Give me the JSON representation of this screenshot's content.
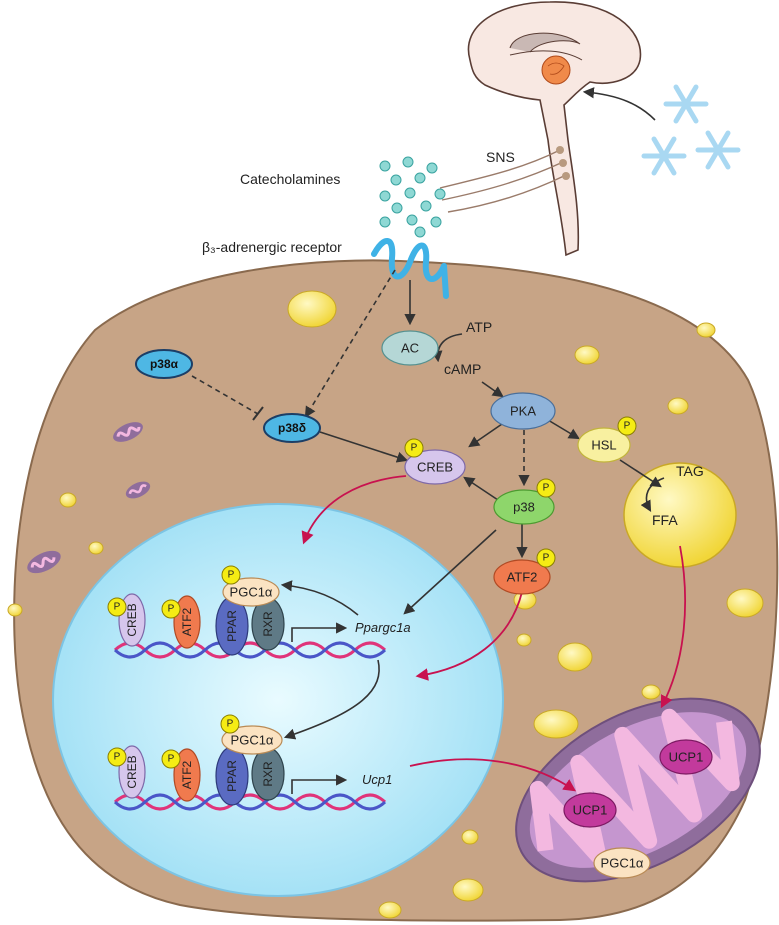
{
  "labels": {
    "catecholamines": "Catecholamines",
    "sns": "SNS",
    "receptor": "β₃-adrenergic receptor",
    "ac": "AC",
    "atp": "ATP",
    "camp": "cAMP",
    "pka": "PKA",
    "hsl": "HSL",
    "tag": "TAG",
    "ffa": "FFA",
    "p38a": "p38α",
    "p38d": "p38δ",
    "creb": "CREB",
    "p38": "p38",
    "atf2": "ATF2",
    "pgc1a": "PGC1α",
    "ppar": "PPAR",
    "rxr": "RXR",
    "ppargc1a": "Ppargc1a",
    "ucp1_gene": "Ucp1",
    "ucp1": "UCP1",
    "p": "P"
  },
  "colors": {
    "cell": "#c7a486",
    "nucleus": "#c6eefa",
    "mitochondria_outer": "#8f6d9c",
    "mitochondria_inner": "#f3b8e0",
    "lipid": "#f6e05e",
    "activation_arrow": "#333333",
    "transcription_arrow": "#c8124f",
    "phosphate_badge": "#f5ec14",
    "snowflake": "#a9d8f2"
  },
  "icons": [
    "brain-icon",
    "snowflake-icon",
    "receptor-icon",
    "mitochondrion-icon",
    "dna-helix-icon"
  ]
}
